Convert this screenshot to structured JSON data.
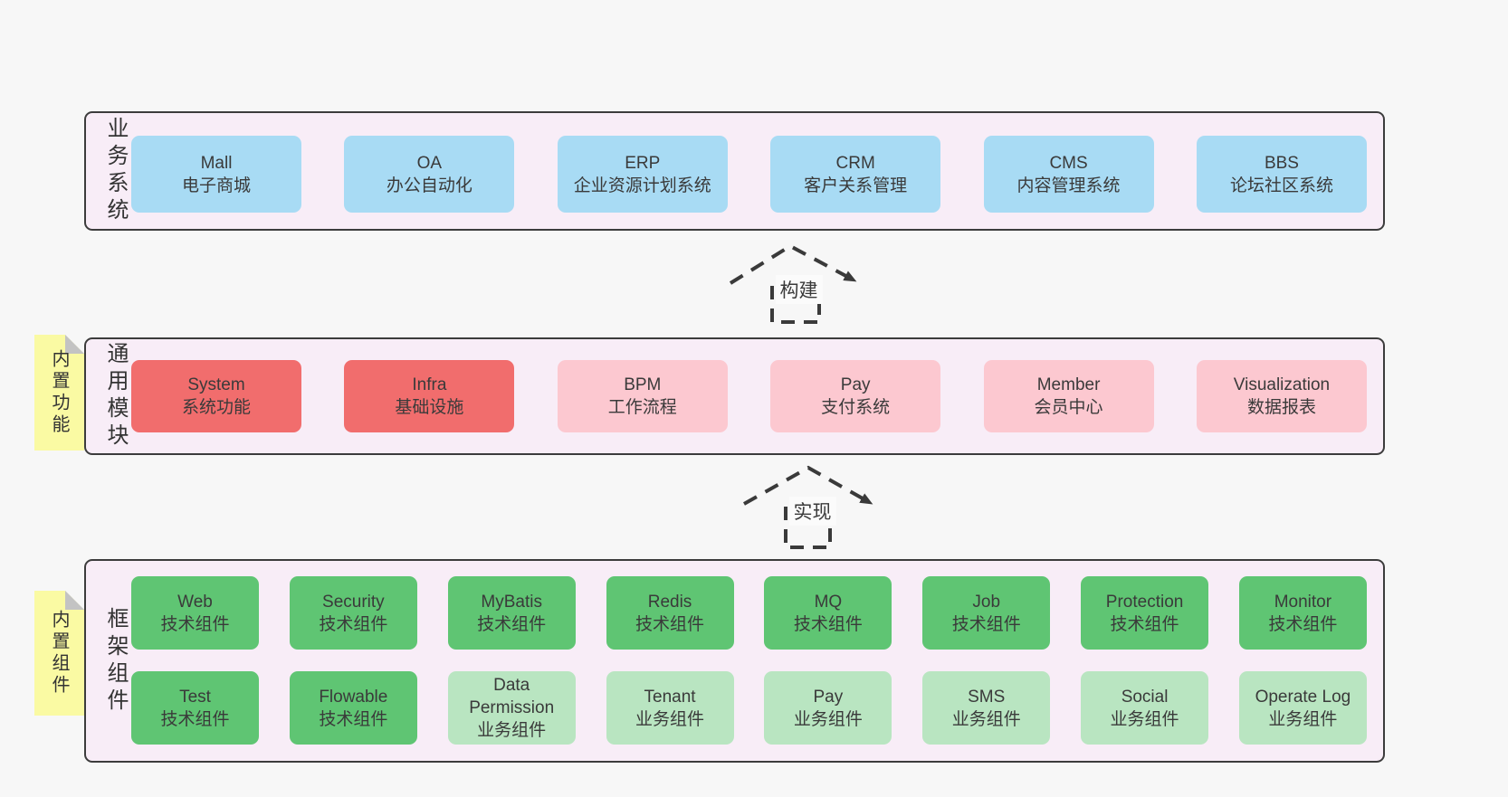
{
  "layers": [
    {
      "label": "业务系统",
      "tab": "",
      "rows": [
        {
          "boxes": [
            {
              "name": "Mall",
              "desc": "电子商城"
            },
            {
              "name": "OA",
              "desc": "办公自动化"
            },
            {
              "name": "ERP",
              "desc": "企业资源计划系统"
            },
            {
              "name": "CRM",
              "desc": "客户关系管理"
            },
            {
              "name": "CMS",
              "desc": "内容管理系统"
            },
            {
              "name": "BBS",
              "desc": "论坛社区系统"
            }
          ]
        }
      ]
    },
    {
      "label": "通用模块",
      "tab": "内置功能",
      "rows": [
        {
          "boxes": [
            {
              "name": "System",
              "desc": "系统功能"
            },
            {
              "name": "Infra",
              "desc": "基础设施"
            },
            {
              "name": "BPM",
              "desc": "工作流程"
            },
            {
              "name": "Pay",
              "desc": "支付系统"
            },
            {
              "name": "Member",
              "desc": "会员中心"
            },
            {
              "name": "Visualization",
              "desc": "数据报表"
            }
          ]
        }
      ]
    },
    {
      "label": "框架组件",
      "tab": "内置组件",
      "rows": [
        {
          "boxes": [
            {
              "name": "Web",
              "desc": "技术组件"
            },
            {
              "name": "Security",
              "desc": "技术组件"
            },
            {
              "name": "MyBatis",
              "desc": "技术组件"
            },
            {
              "name": "Redis",
              "desc": "技术组件"
            },
            {
              "name": "MQ",
              "desc": "技术组件"
            },
            {
              "name": "Job",
              "desc": "技术组件"
            },
            {
              "name": "Protection",
              "desc": "技术组件"
            },
            {
              "name": "Monitor",
              "desc": "技术组件"
            }
          ]
        },
        {
          "boxes": [
            {
              "name": "Test",
              "desc": "技术组件"
            },
            {
              "name": "Flowable",
              "desc": "技术组件"
            },
            {
              "name": "Data Permission",
              "desc": "业务组件"
            },
            {
              "name": "Tenant",
              "desc": "业务组件"
            },
            {
              "name": "Pay",
              "desc": "业务组件"
            },
            {
              "name": "SMS",
              "desc": "业务组件"
            },
            {
              "name": "Social",
              "desc": "业务组件"
            },
            {
              "name": "Operate Log",
              "desc": "业务组件"
            }
          ]
        }
      ]
    }
  ],
  "arrows": [
    {
      "label": "构建"
    },
    {
      "label": "实现"
    }
  ],
  "colors": {
    "canvas": "#f7f7f7",
    "panel": "#f8edf7",
    "panel_border": "#3c3c3c",
    "blue": "#a8dbf4",
    "red": "#f16d6d",
    "pink": "#fcc8d0",
    "green": "#5fc573",
    "light_green": "#b9e5c1",
    "note_yellow": "#fafaa3",
    "line": "#3a3a3a"
  }
}
